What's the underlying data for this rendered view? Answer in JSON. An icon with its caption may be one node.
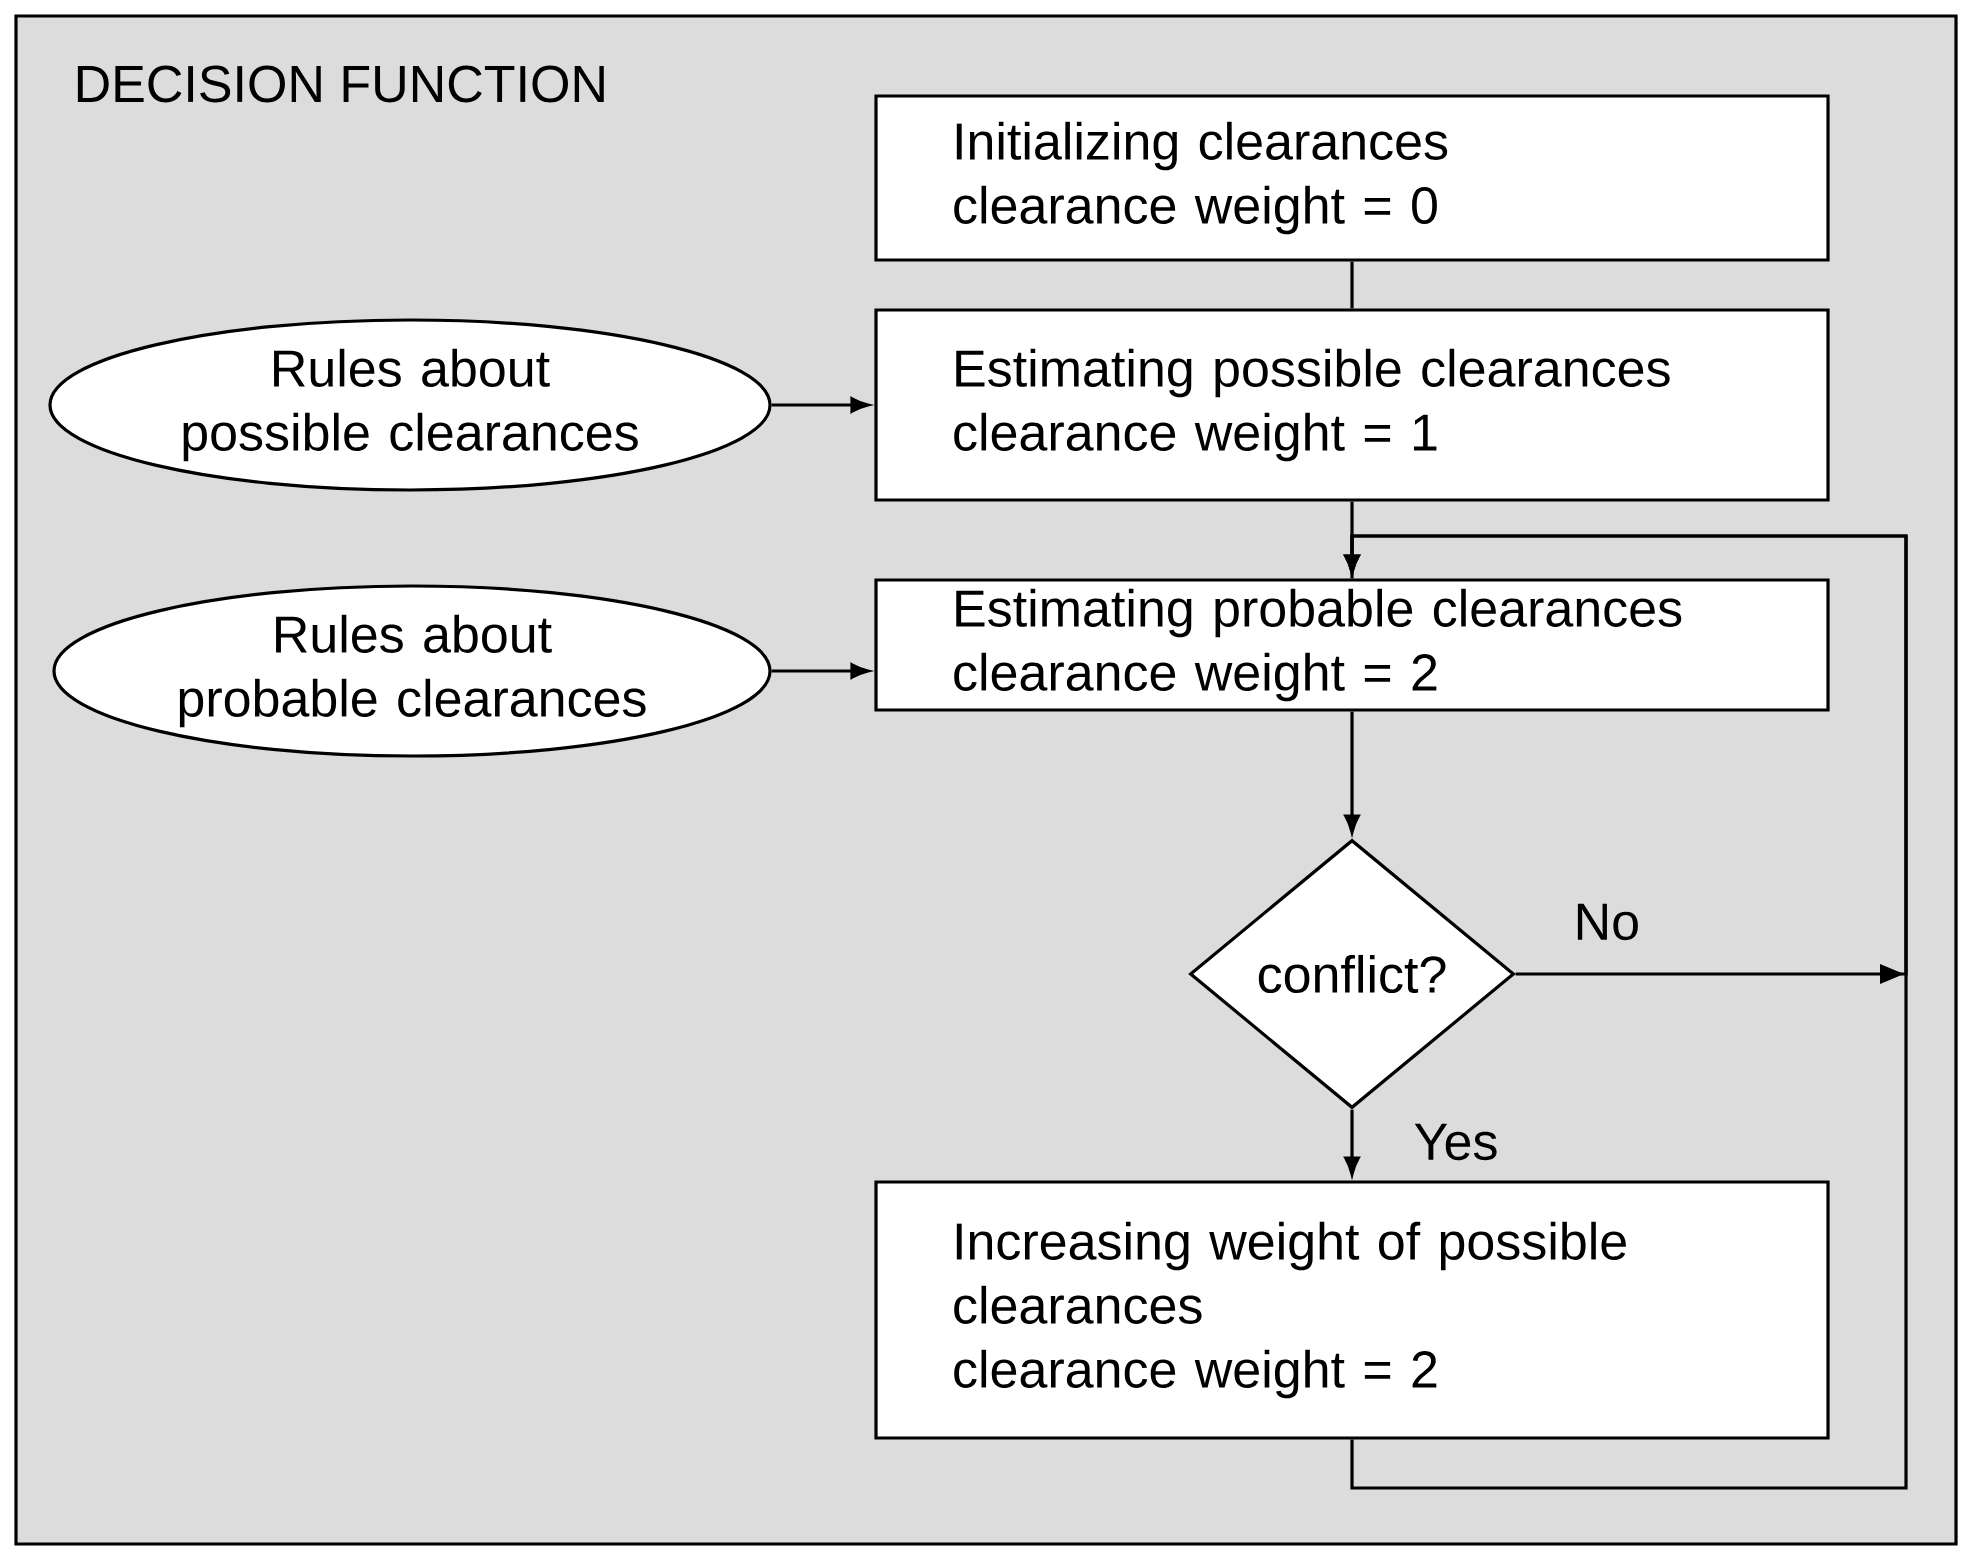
{
  "diagram": {
    "nodes": [
      {
        "text": [
          "DECISION FUNCTION"
        ]
      },
      {
        "text": [
          "Initializing clearances",
          "clearance weight = 0"
        ],
        "in": 0
      },
      {
        "text": [
          "Rules about possible clearances"
        ],
        "in": 0
      },
      {
        "text": [
          "Estimating possible clearances",
          "clearance weight = 1"
        ],
        "in": 0
      },
      {
        "text": [
          "Rules about probable clearances"
        ],
        "in": 0
      },
      {
        "text": [
          "Estimating probable clearances",
          "clearance weight = 2"
        ],
        "in": 0
      },
      {
        "text": [
          "conflict?"
        ],
        "in": 0
      },
      {
        "text": [
          "Increasing weight of possible clearances",
          "clearance weight = 2"
        ],
        "in": 0
      }
    ],
    "edges": [
      {
        "from": 1,
        "to": 3,
        "arrow": "none"
      },
      {
        "from": 2,
        "to": 3,
        "arrow": "to"
      },
      {
        "from": 3,
        "to": 5,
        "arrow": "none"
      },
      {
        "from": 4,
        "to": 5,
        "arrow": "to"
      },
      {
        "from": 5,
        "to": 6,
        "arrow": "to"
      },
      {
        "from": 6,
        "to": 5,
        "arrow": "to",
        "label": "No"
      },
      {
        "from": 6,
        "to": 7,
        "arrow": "to",
        "label": "Yes"
      },
      {
        "from": 7,
        "to": 5,
        "arrow": "to"
      }
    ]
  }
}
